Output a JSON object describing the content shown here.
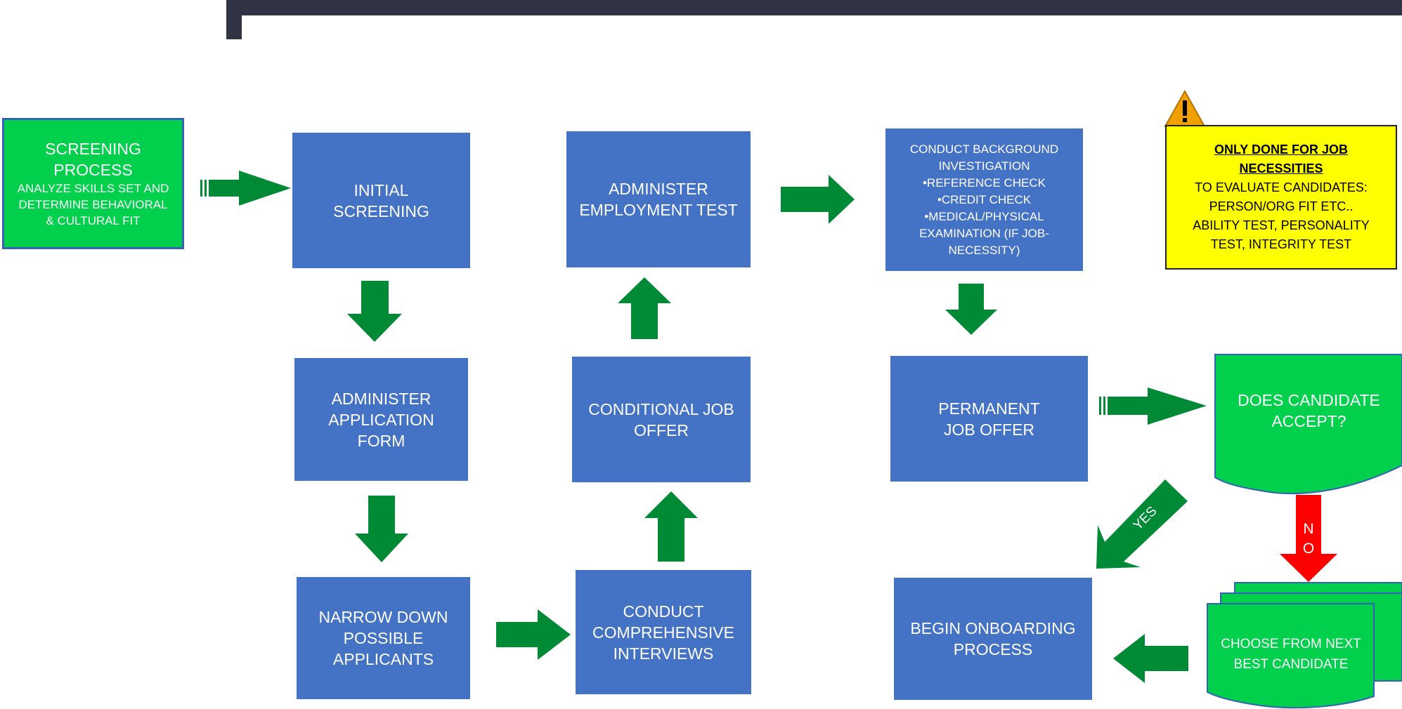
{
  "screening": {
    "title_line1": "SCREENING",
    "title_line2": "PROCESS",
    "desc_line1": "ANALYZE SKILLS SET AND",
    "desc_line2": "DETERMINE BEHAVIORAL",
    "desc_line3": "& CULTURAL FIT"
  },
  "initial_screening": {
    "line1": "INITIAL",
    "line2": "SCREENING"
  },
  "application_form": {
    "line1": "ADMINISTER",
    "line2": "APPLICATION",
    "line3": "FORM"
  },
  "narrow_down": {
    "line1": "NARROW DOWN",
    "line2": "POSSIBLE",
    "line3": "APPLICANTS"
  },
  "interviews": {
    "line1": "CONDUCT",
    "line2": "COMPREHENSIVE",
    "line3": "INTERVIEWS"
  },
  "conditional_offer": {
    "line1": "CONDITIONAL JOB",
    "line2": "OFFER"
  },
  "employment_test": {
    "line1": "ADMINISTER",
    "line2": "EMPLOYMENT TEST"
  },
  "background": {
    "line1": "CONDUCT BACKGROUND",
    "line2": "INVESTIGATION",
    "line3": "•REFERENCE CHECK",
    "line4": "•CREDIT CHECK",
    "line5": "•MEDICAL/PHYSICAL",
    "line6": "EXAMINATION (IF JOB-",
    "line7": "NECESSITY)"
  },
  "permanent_offer": {
    "line1": "PERMANENT",
    "line2": "JOB OFFER"
  },
  "accept": {
    "line1": "DOES CANDIDATE",
    "line2": "ACCEPT?"
  },
  "onboarding": {
    "line1": "BEGIN ONBOARDING",
    "line2": "PROCESS"
  },
  "next_best": {
    "line1": "CHOOSE FROM NEXT",
    "line2": "BEST CANDIDATE"
  },
  "note": {
    "head1": "ONLY DONE FOR JOB",
    "head2": "NECESSITIES",
    "line1": "TO  EVALUATE CANDIDATES:",
    "line2": "PERSON/ORG FIT ETC..",
    "line3": "ABILITY TEST, PERSONALITY",
    "line4": "TEST, INTEGRITY TEST"
  },
  "labels": {
    "yes": "YES",
    "no_n": "N",
    "no_o": "O"
  },
  "icons": {
    "warning": "warning-icon"
  },
  "colors": {
    "box_blue": "#4472c4",
    "box_green": "#00d04b",
    "arrow_green": "#008a36",
    "arrow_red": "#ff0000",
    "note_yellow": "#ffff00"
  }
}
